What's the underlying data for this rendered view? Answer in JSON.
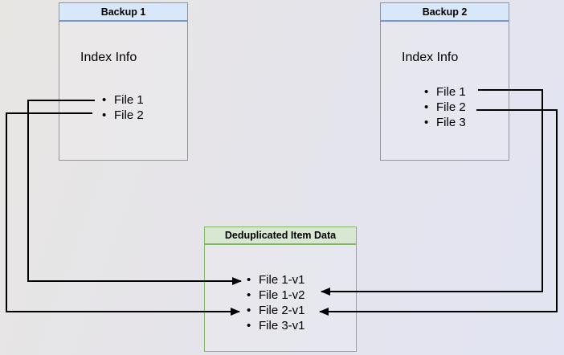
{
  "backup1": {
    "title": "Backup 1",
    "info": "Index Info",
    "files": [
      "File 1",
      "File 2"
    ]
  },
  "backup2": {
    "title": "Backup 2",
    "info": "Index Info",
    "files": [
      "File 1",
      "File 2",
      "File 3"
    ]
  },
  "dedup": {
    "title": "Deduplicated Item Data",
    "items": [
      "File 1-v1",
      "File 1-v2",
      "File 2-v1",
      "File 3-v1"
    ]
  },
  "edges": [
    {
      "source": "Backup 1 / File 1",
      "target": "File 1-v1",
      "label": "Backup 1 File 1 → File 1-v1"
    },
    {
      "source": "Backup 1 / File 2",
      "target": "File 2-v1",
      "label": "Backup 1 File 2 → File 2-v1"
    },
    {
      "source": "Backup 2 / File 1",
      "target": "File 1-v2",
      "label": "Backup 2 File 1 → File 1-v2"
    },
    {
      "source": "Backup 2 / File 2",
      "target": "File 2-v1",
      "label": "Backup 2 File 2 → File 2-v1"
    }
  ],
  "colors": {
    "blue_border": "#7b97c9",
    "blue_header_fill": "#d9e7fa",
    "green_border": "#85b567",
    "green_header_fill": "#d7e7d2",
    "line": "#000000"
  }
}
